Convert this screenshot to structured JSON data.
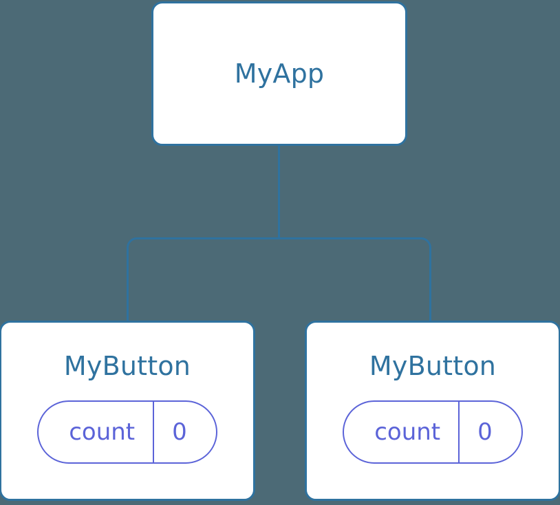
{
  "diagram": {
    "type": "component-tree",
    "background_color": "#4c6a76",
    "node_border_color": "#2f729f",
    "node_fill_color": "#ffffff",
    "node_title_color": "#2f729f",
    "connector_color": "#2f729f",
    "pill_color": "#5b63d8",
    "root": {
      "title": "MyApp"
    },
    "children": [
      {
        "title": "MyButton",
        "state": {
          "key": "count",
          "value": "0"
        }
      },
      {
        "title": "MyButton",
        "state": {
          "key": "count",
          "value": "0"
        }
      }
    ]
  }
}
